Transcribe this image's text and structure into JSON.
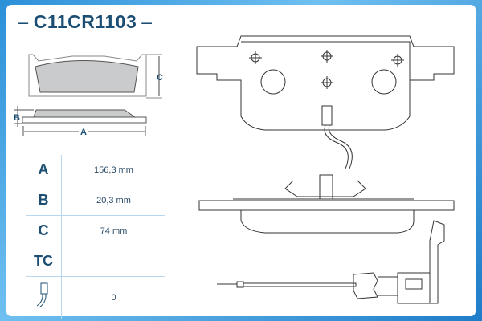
{
  "title": "C11CR1103",
  "title_dash": "–",
  "diagram_labels": {
    "A": "A",
    "B": "B",
    "C": "C"
  },
  "specs": [
    {
      "key": "A",
      "value": "156,3 mm"
    },
    {
      "key": "B",
      "value": "20,3 mm"
    },
    {
      "key": "C",
      "value": "74 mm"
    },
    {
      "key": "TC",
      "value": ""
    },
    {
      "key": "wear-sensor",
      "icon": "wear-sensor-icon",
      "value": "0"
    }
  ],
  "colors": {
    "brand": "#1b4e72",
    "frame": "#2b8fd8",
    "pad_fill": "#c9cbcc"
  }
}
